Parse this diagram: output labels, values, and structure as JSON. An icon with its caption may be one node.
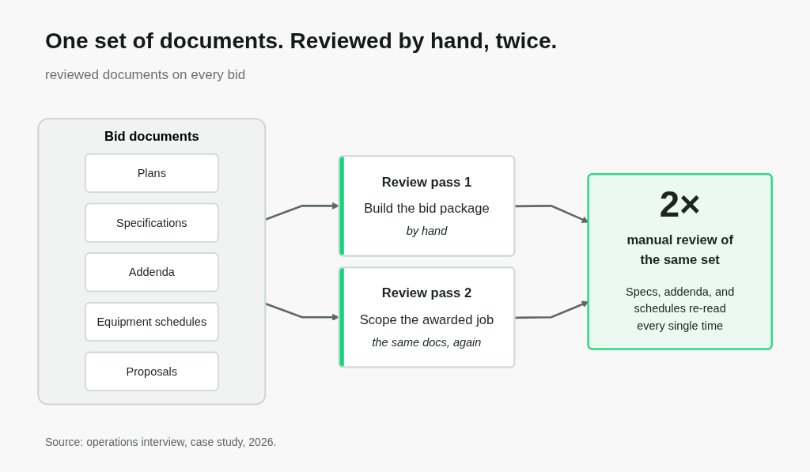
{
  "diagram": {
    "title": "One set of documents. Reviewed by hand, twice.",
    "caption": "Source: operations interview, case study, 2026.",
    "labels": [
      "reviewed documents on every bid"
    ],
    "nodes": [
      {
        "text": [
          "Bid documents"
        ]
      },
      {
        "text": [
          "Plans"
        ],
        "in": 0
      },
      {
        "text": [
          "Specifications"
        ],
        "in": 0
      },
      {
        "text": [
          "Addenda"
        ],
        "in": 0
      },
      {
        "text": [
          "Equipment schedules"
        ],
        "in": 0
      },
      {
        "text": [
          "Proposals"
        ],
        "in": 0
      },
      {
        "text": [
          "Review pass 1",
          "Build the bid package",
          "by hand"
        ]
      },
      {
        "text": [
          "Review pass 2",
          "Scope the awarded job",
          "the same docs, again"
        ]
      },
      {
        "text": [
          "2×",
          "manual review of the same set",
          "Specs, addenda, and schedules re-read every single time"
        ]
      }
    ],
    "edges": [
      {
        "from": 0,
        "to": 6,
        "arrow": "to"
      },
      {
        "from": 0,
        "to": 7,
        "arrow": "to"
      },
      {
        "from": 6,
        "to": 8,
        "arrow": "to"
      },
      {
        "from": 7,
        "to": 8,
        "arrow": "to"
      }
    ]
  }
}
